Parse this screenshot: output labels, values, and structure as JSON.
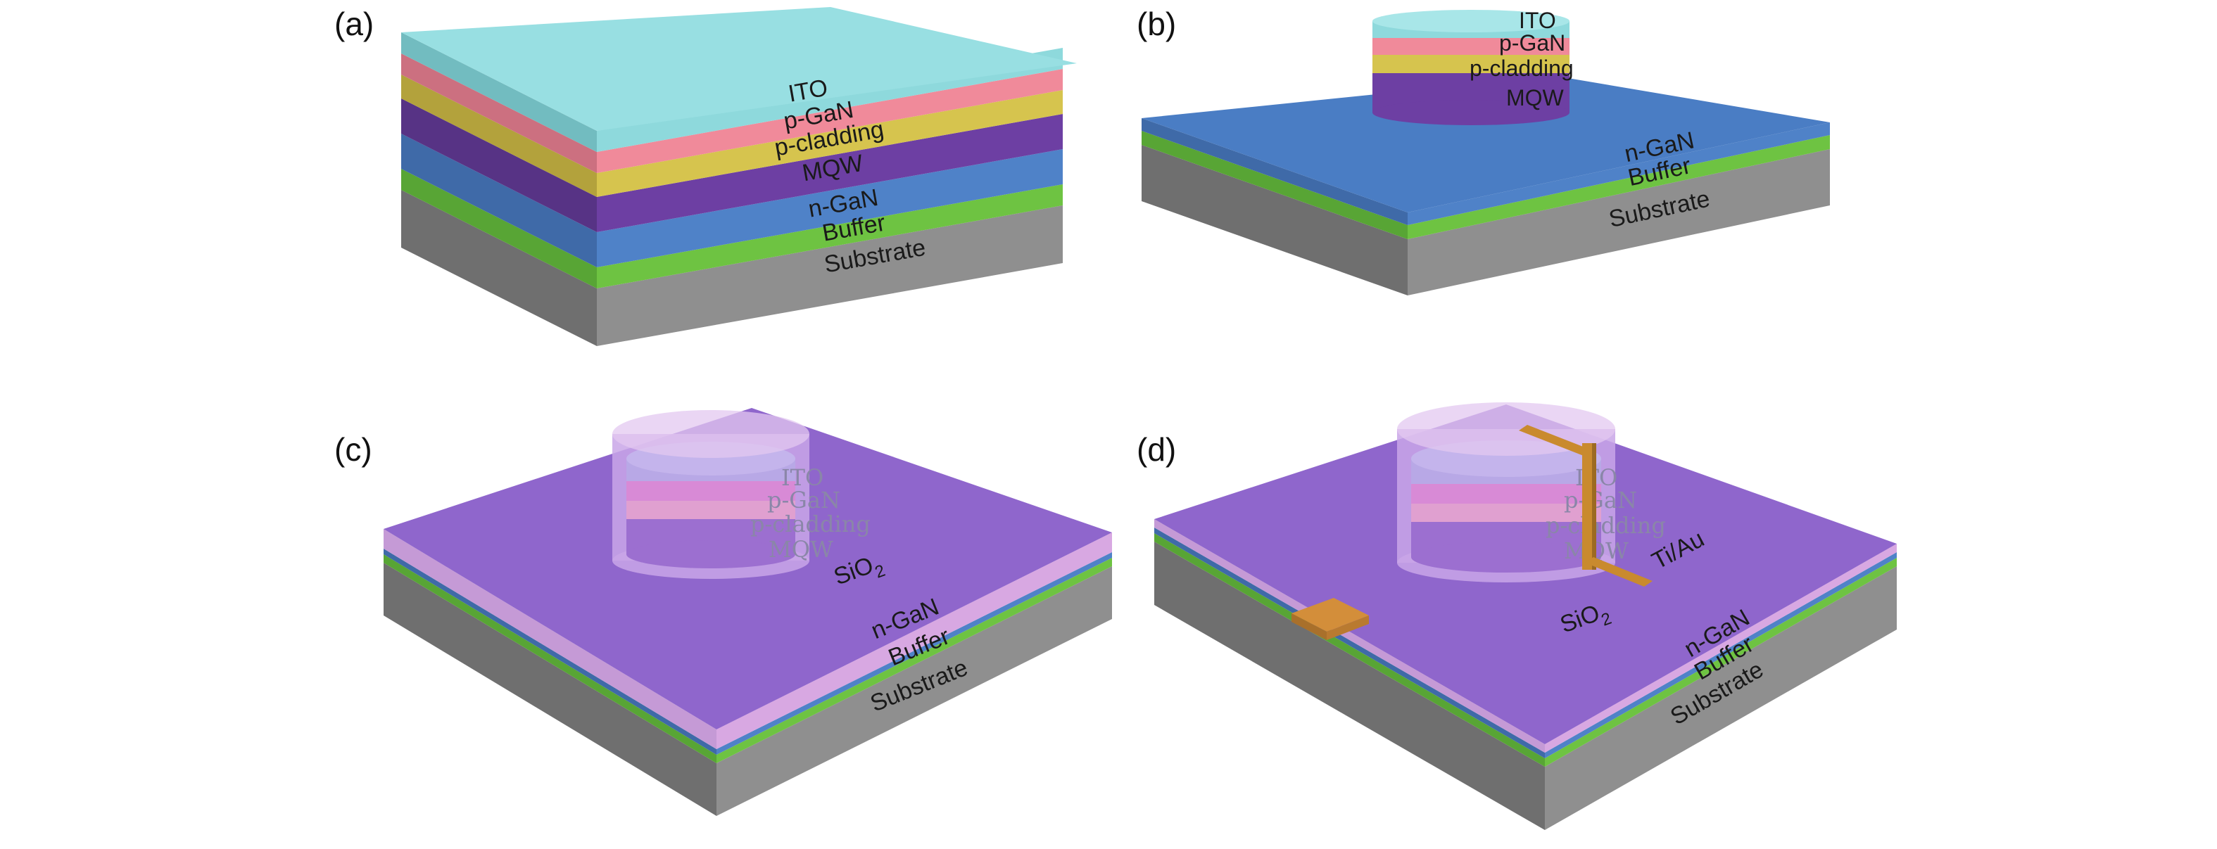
{
  "colors": {
    "ito": "#8ed9dc",
    "p_gan": "#f08a9a",
    "p_cladding": "#d6c44e",
    "mqw": "#6d3fa3",
    "n_gan": "#4f82c8",
    "buffer": "#6ec342",
    "substrate": "#8f8f8f",
    "sio2": "#a877d8",
    "metal": "#c98a2e",
    "label_text": "#1a1a1a"
  },
  "panels": [
    {
      "tag": "(a)",
      "layer_labels": [
        "ITO",
        "p-GaN",
        "p-cladding",
        "MQW",
        "n-GaN",
        "Buffer",
        "Substrate"
      ]
    },
    {
      "tag": "(b)",
      "mesa_labels": [
        "ITO",
        "p-GaN",
        "p-cladding",
        "MQW"
      ],
      "base_labels": [
        "n-GaN",
        "Buffer",
        "Substrate"
      ]
    },
    {
      "tag": "(c)",
      "mesa_labels": [
        "ITO",
        "p-GaN",
        "p-cladding",
        "MQW"
      ],
      "passivation_label": "SiO",
      "passivation_subscript": "2",
      "base_labels": [
        "n-GaN",
        "Buffer",
        "Substrate"
      ]
    },
    {
      "tag": "(d)",
      "mesa_labels": [
        "ITO",
        "p-GaN",
        "p-cladding",
        "MQW"
      ],
      "passivation_label": "SiO",
      "passivation_subscript": "2",
      "contact_label": "Ti/Au",
      "base_labels": [
        "n-GaN",
        "Buffer",
        "Substrate"
      ]
    }
  ]
}
